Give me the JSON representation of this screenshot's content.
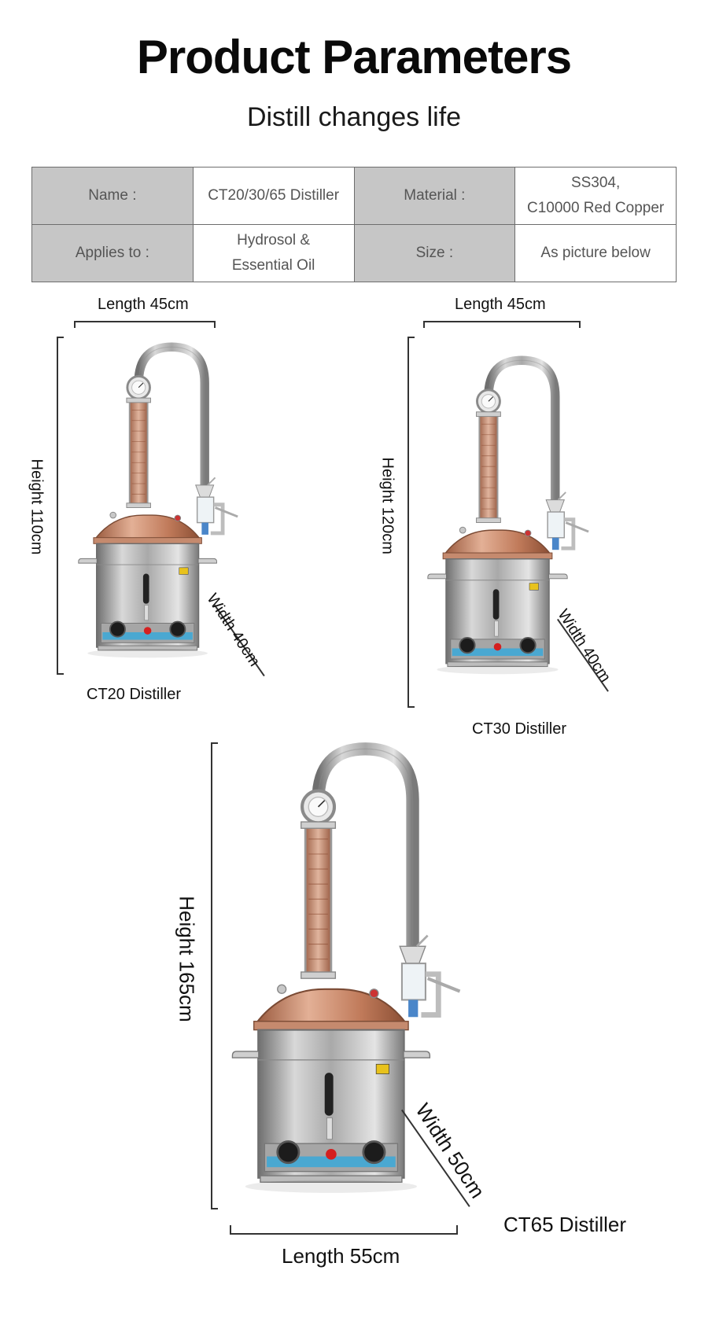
{
  "header": {
    "title": "Product Parameters",
    "subtitle": "Distill changes life"
  },
  "params": {
    "name_key": "Name :",
    "name_val": "CT20/30/65 Distiller",
    "material_key": "Material :",
    "material_val_line1": "SS304,",
    "material_val_line2": "C10000 Red Copper",
    "applies_key": "Applies to :",
    "applies_val_line1": "Hydrosol &",
    "applies_val_line2": "Essential Oil",
    "size_key": "Size :",
    "size_val": "As picture below"
  },
  "products": {
    "ct20": {
      "name": "CT20 Distiller",
      "length": "Length 45cm",
      "height": "Height 110cm",
      "width": "Width 40cm"
    },
    "ct30": {
      "name": "CT30 Distiller",
      "length": "Length 45cm",
      "height": "Height 120cm",
      "width": "Width 40cm"
    },
    "ct65": {
      "name": "CT65 Distiller",
      "length": "Length 55cm",
      "height": "Height 165cm",
      "width": "Width 50cm"
    }
  },
  "colors": {
    "table_key_bg": "#c6c6c6",
    "copper": "#c98a6c",
    "steel": "#b9b9b9"
  }
}
